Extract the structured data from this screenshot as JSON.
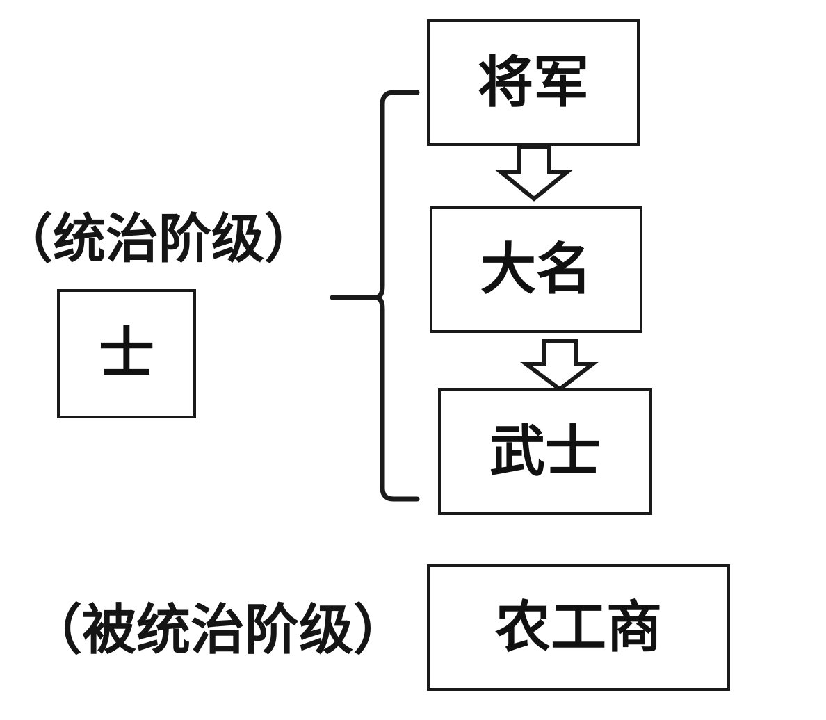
{
  "left_panel": {
    "ruling_label": "（统治阶级）",
    "shi_box": "士"
  },
  "hierarchy": {
    "top": "将军",
    "middle": "大名",
    "bottom": "武士"
  },
  "lower_section": {
    "ruled_label": "（被统治阶级）",
    "commoners_box": "农工商"
  }
}
